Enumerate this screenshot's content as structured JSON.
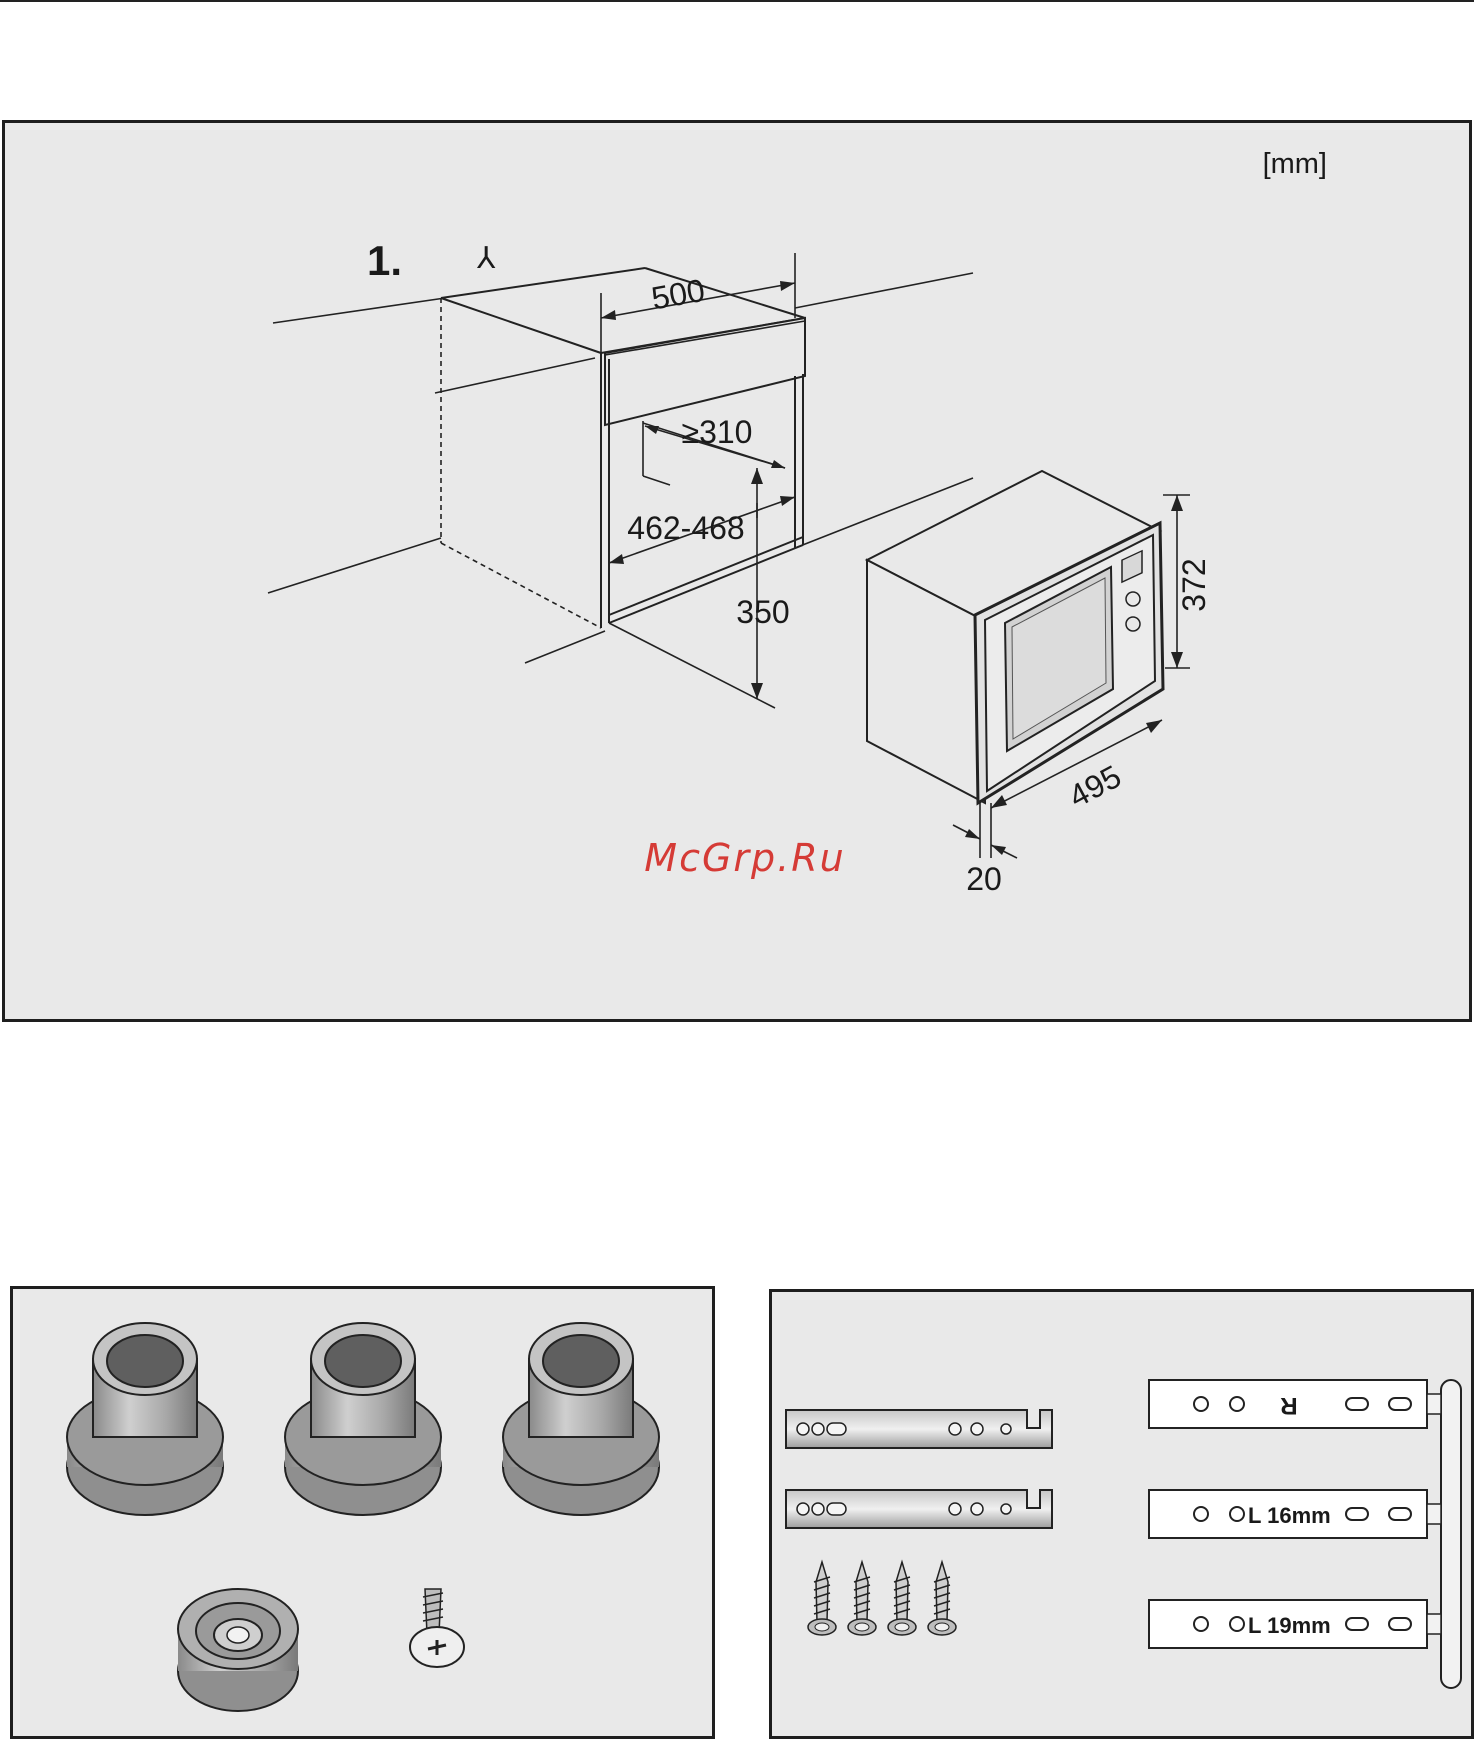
{
  "top_panel": {
    "unit_label": "[mm]",
    "step_label": "1.",
    "watermark": "McGrp.Ru",
    "niche": {
      "width_label": "500",
      "depth_min_label": "≥310",
      "height_range_label": "462-468",
      "height_from_floor_label": "350"
    },
    "appliance": {
      "height_label": "372",
      "width_label": "495",
      "front_offset_label": "20"
    }
  },
  "bottom_right_panel": {
    "bracket_labels": {
      "right": "R",
      "left_16": "L 16mm",
      "left_19": "L 19mm"
    }
  },
  "colors": {
    "panel_bg": "#e9e9e9",
    "watermark": "#d53b36",
    "line": "#222222"
  }
}
